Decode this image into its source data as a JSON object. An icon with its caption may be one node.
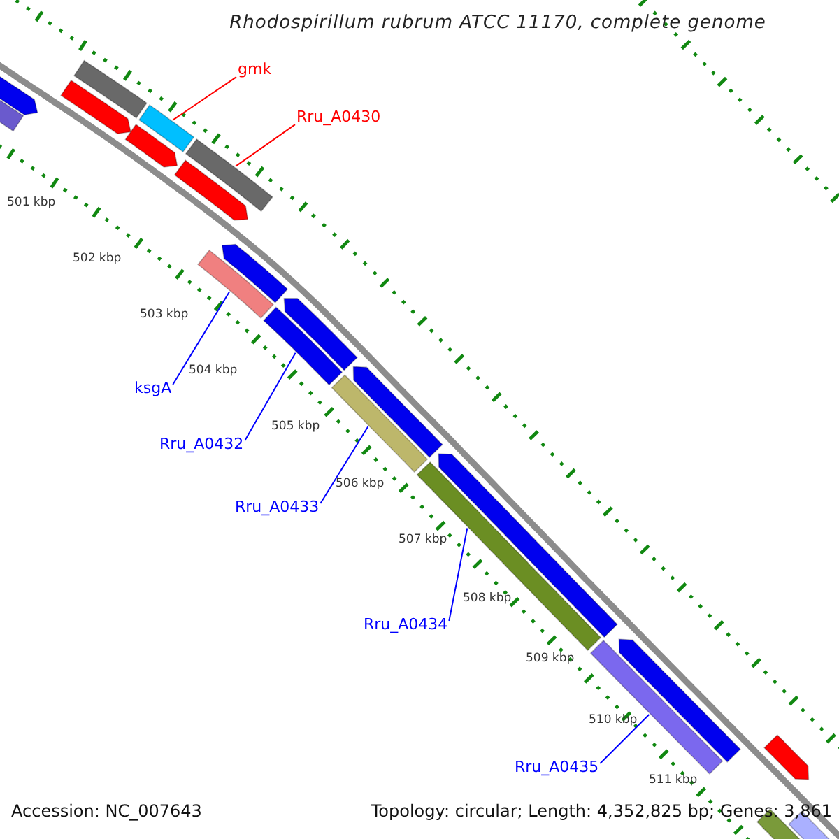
{
  "diagram": {
    "title": "Rhodospirillum rubrum ATCC 11170, complete genome",
    "nodes": [
      {
        "text": [
          "gmk"
        ]
      },
      {
        "text": [],
        "shape": "bar"
      },
      {
        "text": [
          "Rru_A0430"
        ]
      },
      {
        "text": [],
        "shape": "bar"
      },
      {
        "text": [
          "ksgA"
        ]
      },
      {
        "text": [],
        "shape": "bar"
      },
      {
        "text": [
          "Rru_A0432"
        ]
      },
      {
        "text": [],
        "shape": "bar"
      },
      {
        "text": [
          "Rru_A0433"
        ]
      },
      {
        "text": [],
        "shape": "bar"
      },
      {
        "text": [
          "Rru_A0434"
        ]
      },
      {
        "text": [],
        "shape": "bar"
      },
      {
        "text": [
          "Rru_A0435"
        ]
      },
      {
        "text": [],
        "shape": "bar"
      },
      {
        "text": [],
        "shape": "bar"
      },
      {
        "text": [],
        "shape": "bar"
      },
      {
        "text": [],
        "shape": "bar"
      },
      {
        "text": [],
        "shape": "bar"
      },
      {
        "text": [],
        "shape": "bar"
      },
      {
        "text": [],
        "shape": "bar"
      },
      {
        "text": [],
        "shape": "bar"
      },
      {
        "text": [],
        "shape": "bar"
      },
      {
        "text": [],
        "shape": "bar"
      },
      {
        "text": [],
        "shape": "bar"
      },
      {
        "text": [],
        "shape": "bar"
      },
      {
        "text": [],
        "shape": "bar"
      },
      {
        "text": [],
        "shape": "bar"
      },
      {
        "text": [],
        "shape": "bar"
      }
    ],
    "edges": [
      {
        "from": 0,
        "to": 1,
        "arrow": "none",
        "color": "#ff0000"
      },
      {
        "from": 2,
        "to": 3,
        "arrow": "none",
        "color": "#ff0000"
      },
      {
        "from": 4,
        "to": 5,
        "arrow": "none"
      },
      {
        "from": 6,
        "to": 7,
        "arrow": "none"
      },
      {
        "from": 8,
        "to": 9,
        "arrow": "none"
      },
      {
        "from": 10,
        "to": 11,
        "arrow": "none"
      },
      {
        "from": 12,
        "to": 13,
        "arrow": "none"
      }
    ],
    "labels": [
      "501 kbp",
      "502 kbp",
      "503 kbp",
      "504 kbp",
      "505 kbp",
      "506 kbp",
      "507 kbp",
      "508 kbp",
      "509 kbp",
      "510 kbp",
      "511 kbp",
      "Accession: NC_007643",
      "Topology: circular; Length: 4,352,825 bp; Genes: 3,861"
    ]
  }
}
